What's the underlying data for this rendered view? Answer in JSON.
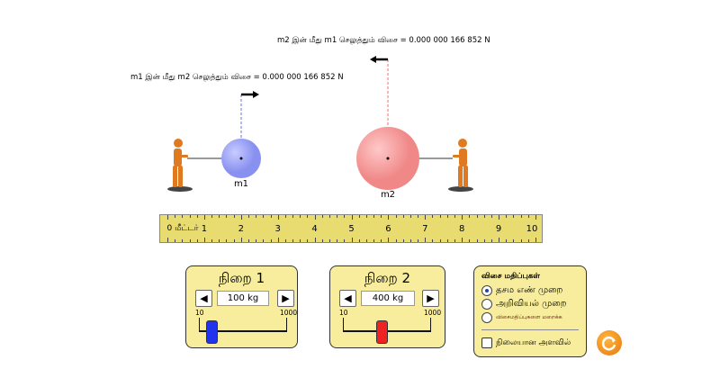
{
  "forces": {
    "on_m2_by_m1": "m2 இன் மீது m1 செலுத்தும் விசை = 0.000 000 166 852 N",
    "on_m1_by_m2": "m1 இன் மீது m2 செலுத்தும் விசை = 0.000 000 166 852 N"
  },
  "masses": {
    "m1_label": "m1",
    "m2_label": "m2",
    "m1_position_m": 2,
    "m2_position_m": 6
  },
  "ruler": {
    "unit_label": "0 மீட்டர்",
    "numbers": [
      "1",
      "2",
      "3",
      "4",
      "5",
      "6",
      "7",
      "8",
      "9",
      "10"
    ]
  },
  "mass1": {
    "title": "நிறை 1",
    "value": "100 kg",
    "min": "10",
    "max": "1000",
    "value_num": 100,
    "color": "#2233ee"
  },
  "mass2": {
    "title": "நிறை 2",
    "value": "400 kg",
    "min": "10",
    "max": "1000",
    "value_num": 400,
    "color": "#ee2222"
  },
  "options": {
    "title": "விசை மதிப்புகள்",
    "radios": [
      "தசம எண் முறை",
      "அறிவியல் முறை",
      "விசைமதிப்புகளை மறைக்க"
    ],
    "selected": 0,
    "checkbox": "நிலையான அளவில்"
  },
  "icons": {
    "left": "◀",
    "right": "▶"
  }
}
